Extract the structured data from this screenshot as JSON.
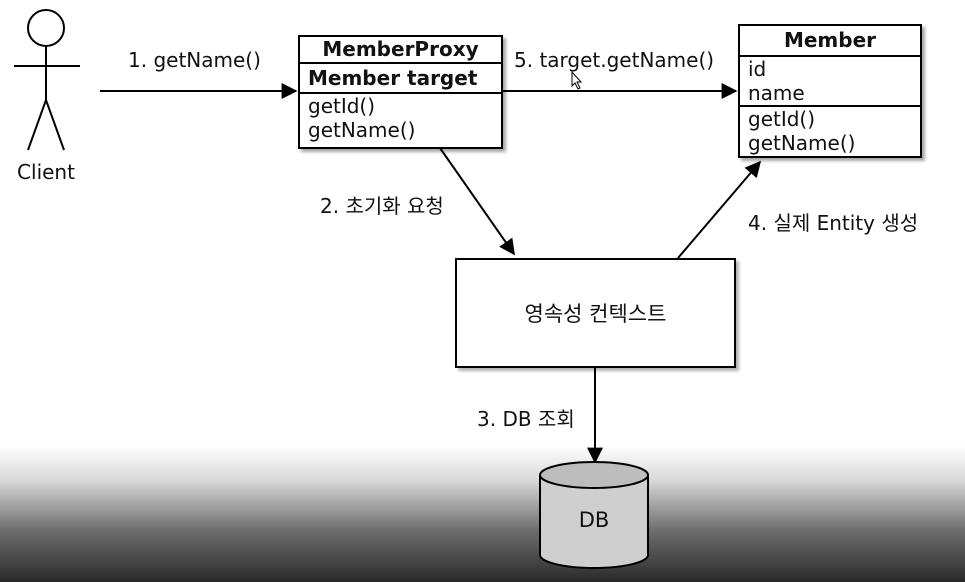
{
  "client": {
    "label": "Client"
  },
  "proxy": {
    "title": "MemberProxy",
    "field": "Member target",
    "methods": [
      "getId()",
      "getName()"
    ]
  },
  "member": {
    "title": "Member",
    "fields": [
      "id",
      "name"
    ],
    "methods": [
      "getId()",
      "getName()"
    ]
  },
  "context": {
    "label": "영속성 컨텍스트"
  },
  "db": {
    "label": "DB"
  },
  "steps": {
    "s1": "1. getName()",
    "s2": "2. 초기화 요청",
    "s3": "3. DB 조회",
    "s4": "4. 실제 Entity 생성",
    "s5": "5. target.getName()"
  }
}
